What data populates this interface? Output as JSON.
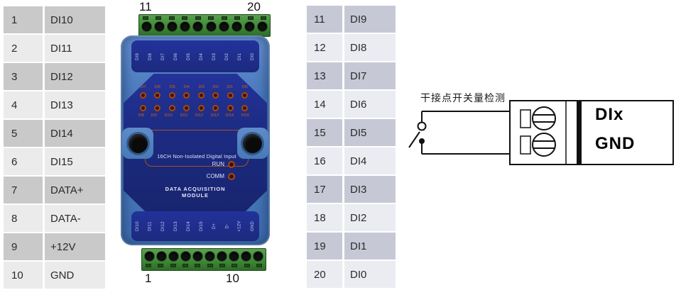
{
  "left_table": {
    "rows": [
      {
        "pin": "1",
        "label": "DI10"
      },
      {
        "pin": "2",
        "label": "DI11"
      },
      {
        "pin": "3",
        "label": "DI12"
      },
      {
        "pin": "4",
        "label": "DI13"
      },
      {
        "pin": "5",
        "label": "DI14"
      },
      {
        "pin": "6",
        "label": "DI15"
      },
      {
        "pin": "7",
        "label": "DATA+"
      },
      {
        "pin": "8",
        "label": "DATA-"
      },
      {
        "pin": "9",
        "label": "+12V"
      },
      {
        "pin": "10",
        "label": "GND"
      }
    ]
  },
  "right_table": {
    "rows": [
      {
        "pin": "11",
        "label": "DI9"
      },
      {
        "pin": "12",
        "label": "DI8"
      },
      {
        "pin": "13",
        "label": "DI7"
      },
      {
        "pin": "14",
        "label": "DI6"
      },
      {
        "pin": "15",
        "label": "DI5"
      },
      {
        "pin": "16",
        "label": "DI4"
      },
      {
        "pin": "17",
        "label": "DI3"
      },
      {
        "pin": "18",
        "label": "DI2"
      },
      {
        "pin": "19",
        "label": "DI1"
      },
      {
        "pin": "20",
        "label": "DI0"
      }
    ]
  },
  "module": {
    "pin_marker_top_left": "11",
    "pin_marker_top_right": "20",
    "pin_marker_bottom_left": "1",
    "pin_marker_bottom_right": "10",
    "top_band_labels": [
      "DI9",
      "DI8",
      "DI7",
      "DI6",
      "DI5",
      "DI4",
      "DI3",
      "DI2",
      "DI1",
      "DI0"
    ],
    "bottom_band_labels": [
      "DI10",
      "DI11",
      "DI12",
      "DI13",
      "DI14",
      "DI15",
      "D+",
      "D-",
      "+12V",
      "GND"
    ],
    "led_row1_labels": [
      "DI7",
      "DI6",
      "DI5",
      "DI4",
      "DI3",
      "DI2",
      "DI1",
      "DI0"
    ],
    "led_row2_labels": [
      "DI8",
      "DI9",
      "DI10",
      "DI11",
      "DI12",
      "DI13",
      "DI14",
      "DI15"
    ],
    "model_text": "16CH Non-Isolated Digital Input",
    "run_label": "RUN",
    "comm_label": "COMM",
    "footer_text": "DATA ACQUISITION MODULE"
  },
  "wiring": {
    "title": "干接点开关量检测",
    "upper_terminal_label": "DIx",
    "lower_terminal_label": "GND"
  },
  "colors": {
    "table_left_odd": "#c9c9c9",
    "table_left_even": "#ebebeb",
    "table_right_odd": "#c6c9d5",
    "table_right_even": "#ebecf1",
    "module_case": "#4a7bbd",
    "module_face": "#1e2d85",
    "terminal_green": "#3f8a37",
    "led_ring": "#a8480e",
    "label_orange": "#d06018"
  }
}
